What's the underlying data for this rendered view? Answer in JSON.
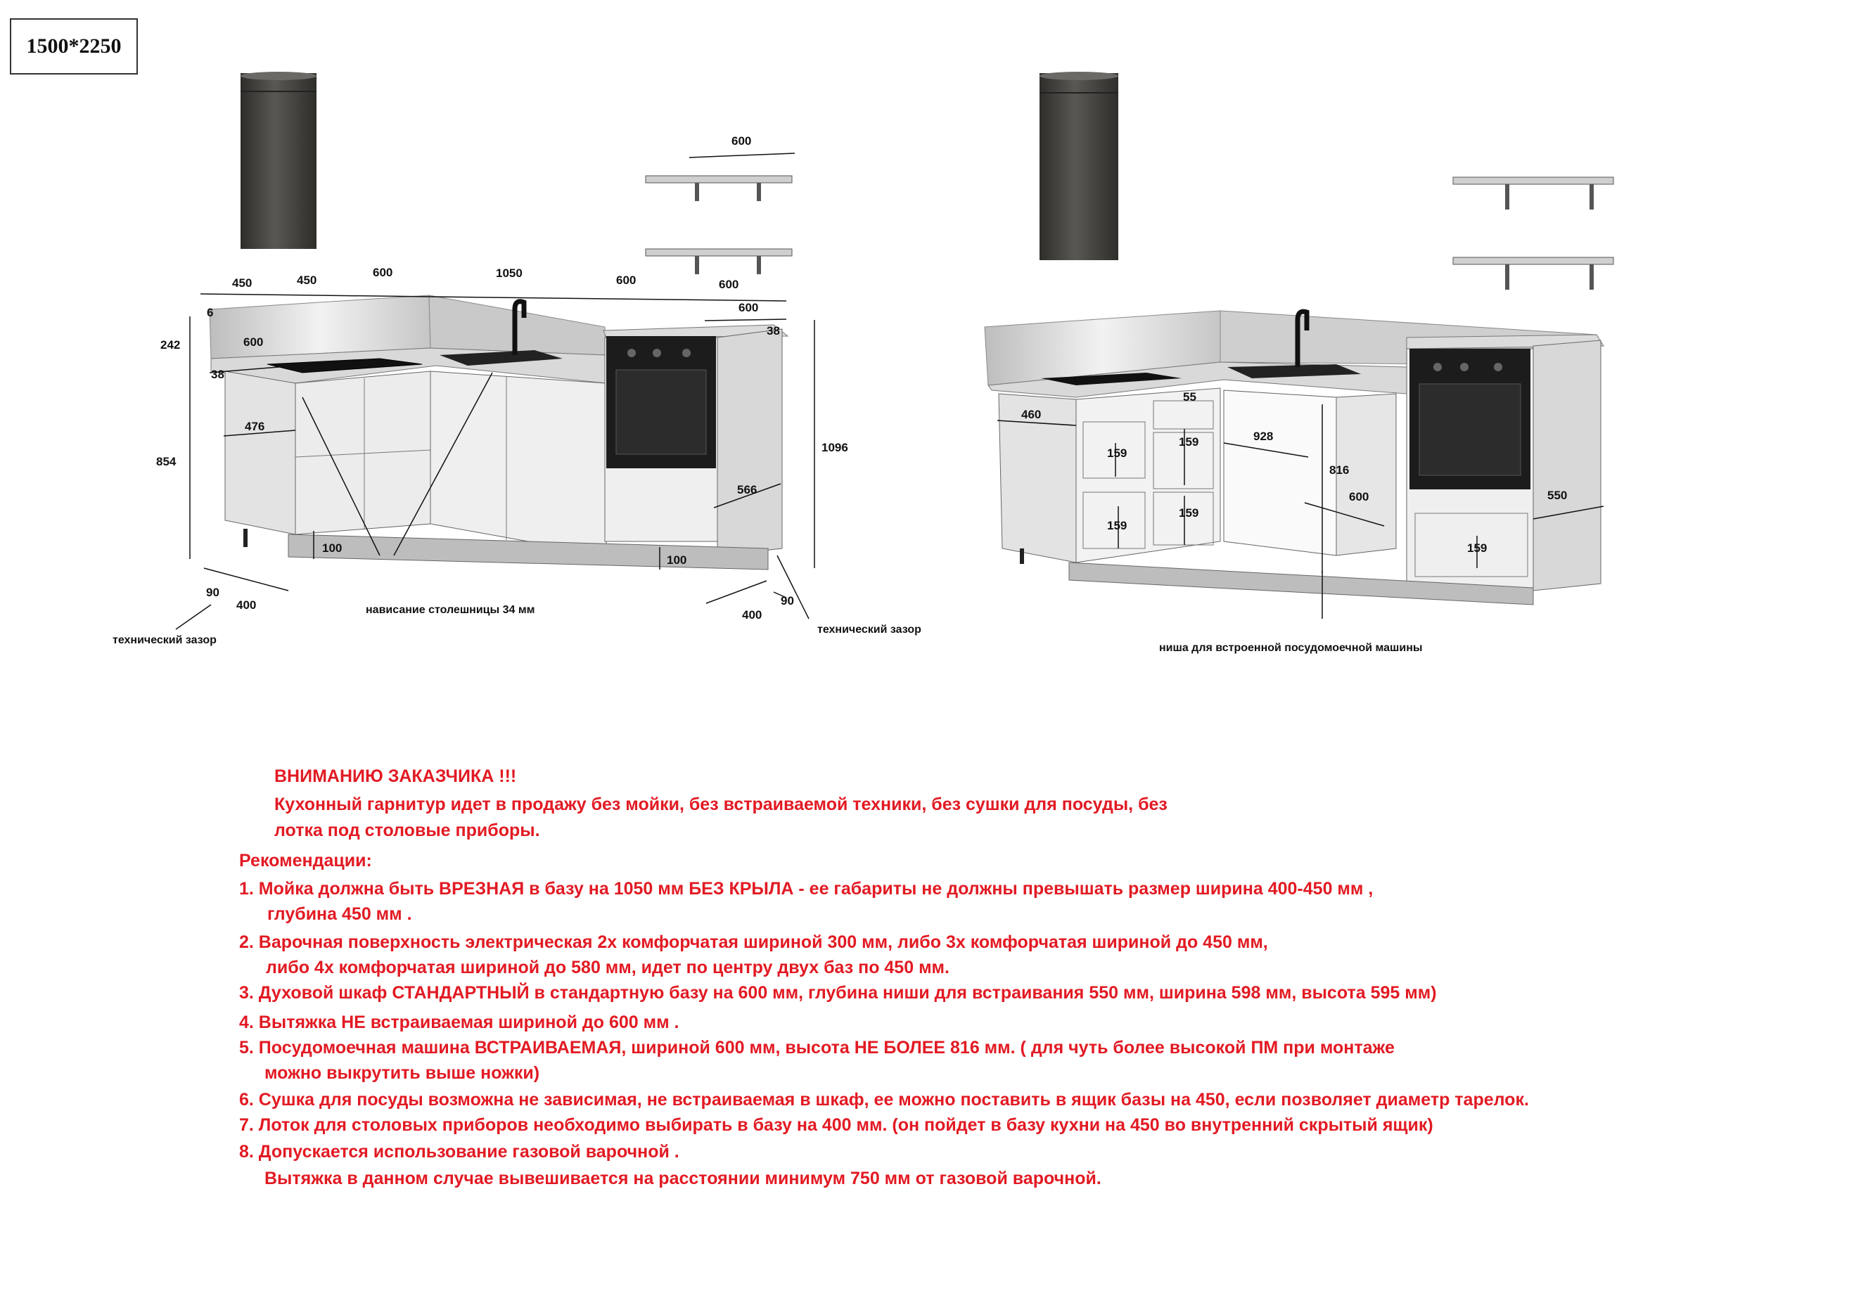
{
  "size_label": "1500*2250",
  "left_dims": {
    "top_450a": "450",
    "top_450b": "450",
    "top_600a": "600",
    "top_1050": "1050",
    "top_600b": "600",
    "top_600c": "600",
    "top_600d": "600",
    "shelf_600": "600",
    "h6": "6",
    "h242": "242",
    "d600": "600",
    "d38a": "38",
    "d38b": "38",
    "w476": "476",
    "h854": "854",
    "h1096": "1096",
    "d566": "566",
    "leg100a": "100",
    "leg100b": "100",
    "g90a": "90",
    "g400a": "400",
    "g90b": "90",
    "g400b": "400"
  },
  "right_dims": {
    "d460": "460",
    "h55": "55",
    "h159a": "159",
    "h159b": "159",
    "h159c": "159",
    "h159d": "159",
    "h159e": "159",
    "w928": "928",
    "h816": "816",
    "w600": "600",
    "d550": "550"
  },
  "captions": {
    "tech_gap_left": "технический зазор",
    "overhang": "нависание столешницы 34 мм",
    "tech_gap_right": "технический зазор",
    "niche": "ниша для встроенной посудомоечной машины"
  },
  "notes": {
    "attention": "ВНИМАНИЮ ЗАКАЗЧИКА !!!",
    "intro_1": "Кухонный гарнитур идет в продажу без мойки, без встраиваемой техники, без сушки для посуды, без",
    "intro_2": "лотка под столовые приборы.",
    "rec_title": "Рекомендации:",
    "r1a": "1.  Мойка должна быть ВРЕЗНАЯ в базу на 1050 мм БЕЗ КРЫЛА - ее габариты не должны превышать размер ширина  400-450 мм ,",
    "r1b": "глубина  450 мм .",
    "r2a": "2.  Варочная поверхность электрическая 2х комфорчатая  шириной 300 мм, либо 3х комфорчатая шириной до 450 мм,",
    "r2b": "либо 4х комфорчатая шириной до 580 мм, идет по центру двух баз по 450 мм.",
    "r3": "3.  Духовой шкаф СТАНДАРТНЫЙ в стандартную базу на 600 мм, глубина ниши для встраивания 550 мм, ширина 598 мм, высота 595 мм)",
    "r4": "4.  Вытяжка НЕ встраиваемая шириной до 600 мм .",
    "r5a": "5.  Посудомоечная машина ВСТРАИВАЕМАЯ, шириной 600 мм, высота НЕ БОЛЕЕ 816 мм. ( для чуть более высокой ПМ при монтаже",
    "r5b": "можно выкрутить выше ножки)",
    "r6": "6.  Сушка для посуды  возможна не зависимая, не встраиваемая в шкаф, ее можно поставить в ящик базы на 450, если позволяет диаметр тарелок.",
    "r7": "7.  Лоток для столовых приборов необходимо выбирать в базу на 400 мм. (он пойдет в базу кухни на 450 во внутренний скрытый ящик)",
    "r8a": "8.  Допускается  использование газовой варочной .",
    "r8b": "Вытяжка в данном случае вывешивается на расстоянии минимум  750 мм от  газовой варочной."
  },
  "colors": {
    "note_red": "#e21a23",
    "hood": "#4a4844",
    "cabinet": "#e6e6e6",
    "worktop": "#d9d9d9",
    "oven": "#1c1c1c"
  }
}
